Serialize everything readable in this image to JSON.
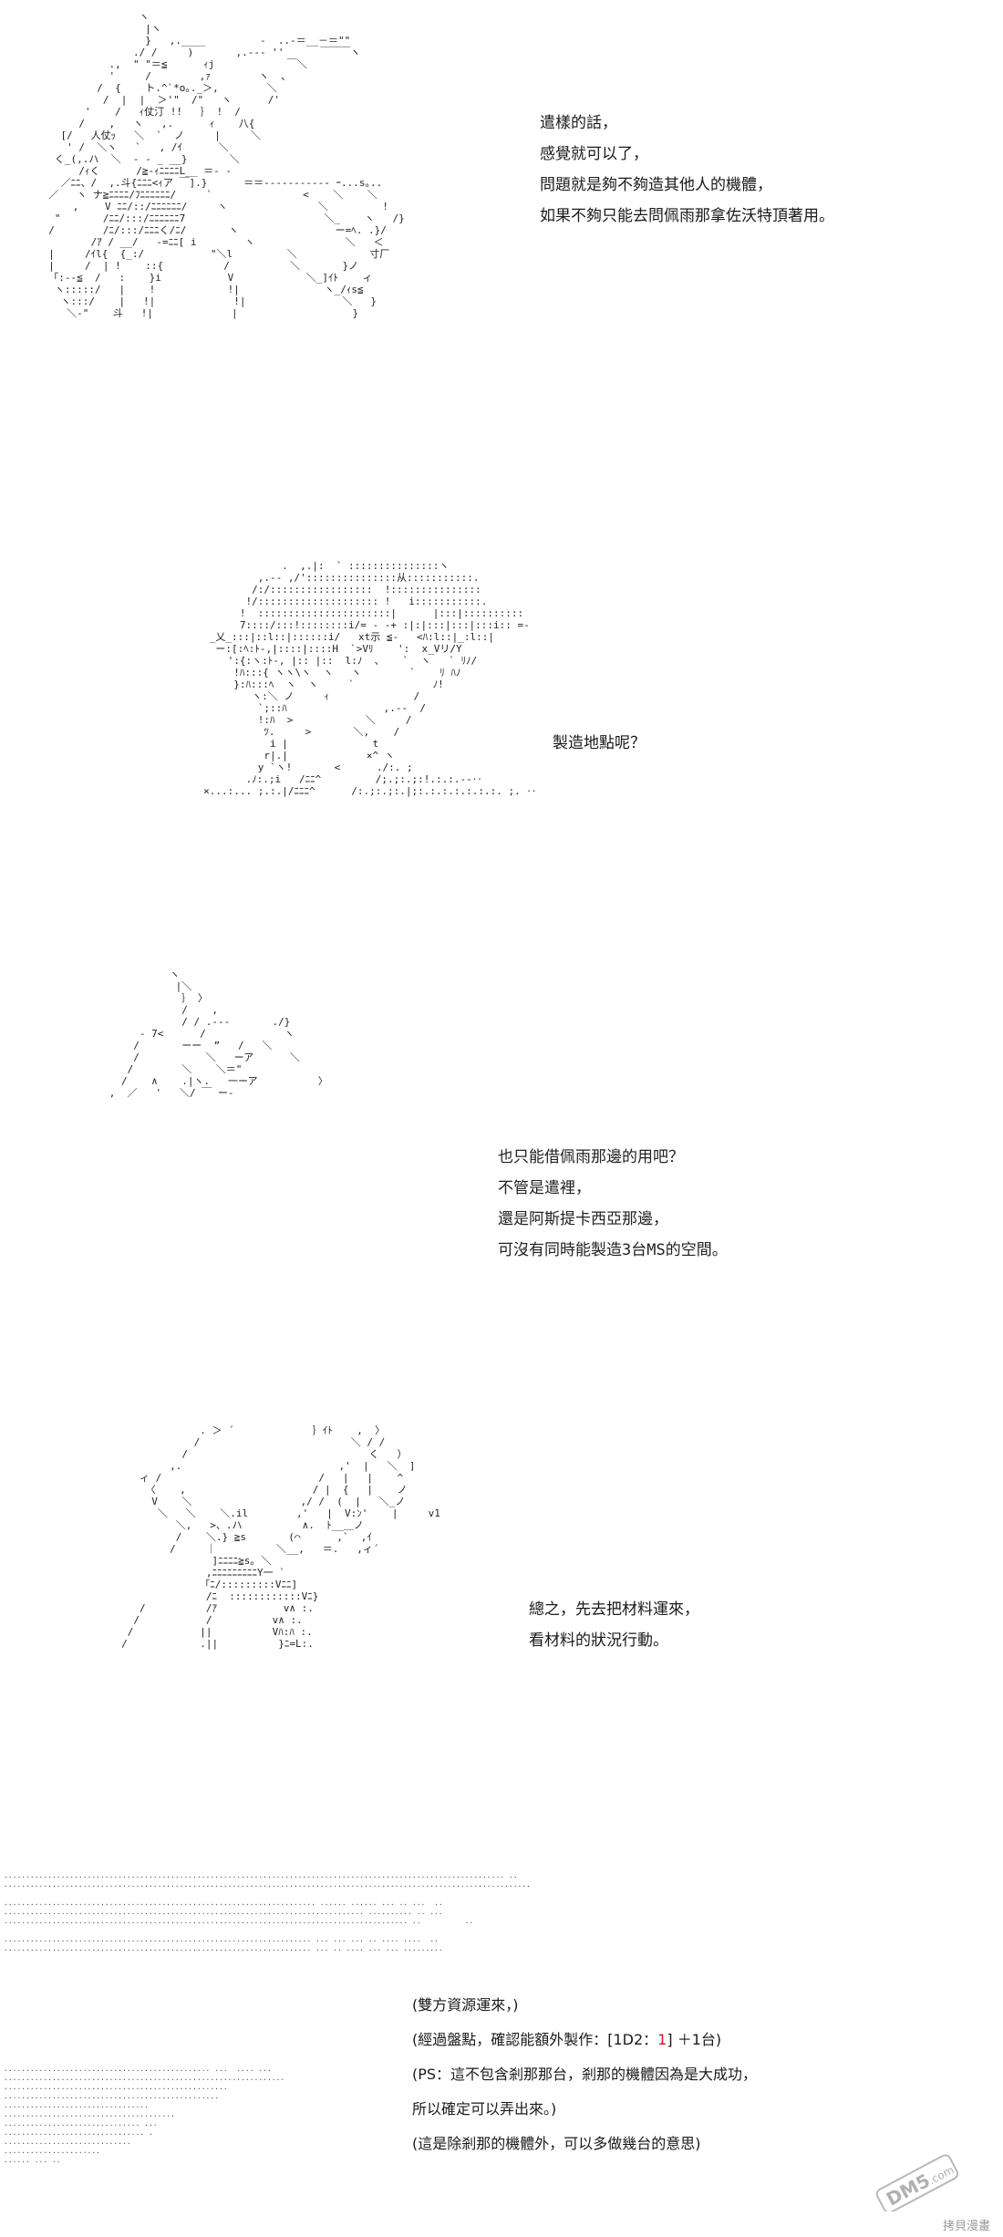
{
  "panels": [
    {
      "id": "p1",
      "lines": [
        "遣樣的話，",
        "感覺就可以了，",
        "問題就是夠不夠造其他人的機體，",
        "如果不夠只能去問佩雨那拿佐沃特頂著用。"
      ]
    },
    {
      "id": "p2",
      "lines": [
        "製造地點呢？"
      ]
    },
    {
      "id": "p3",
      "lines": [
        "也只能借佩雨那邊的用吧？",
        "不管是遣裡，",
        "還是阿斯提卡西亞那邊，",
        "可沒有同時能製造3台MS的空間。"
      ]
    },
    {
      "id": "p4",
      "lines": [
        "總之，先去把材料運來，",
        "看材料的狀況行動。"
      ]
    }
  ],
  "notes": {
    "line1": "(雙方資源運來，)",
    "line2_prefix": "(經過盤點，確認能額外製作：[1D2：",
    "line2_roll": "1",
    "line2_suffix": "] ＋1台)",
    "line3": "(PS：這不包含剎那那台，剎那的機體因為是大成功，",
    "line4": "所以確定可以弄出來。)",
    "line5": "(這是除剎那的機體外，可以多做幾台的意思)"
  },
  "watermark": {
    "logo": "DM5",
    "site": ".com",
    "caption": "拷貝漫畫"
  }
}
